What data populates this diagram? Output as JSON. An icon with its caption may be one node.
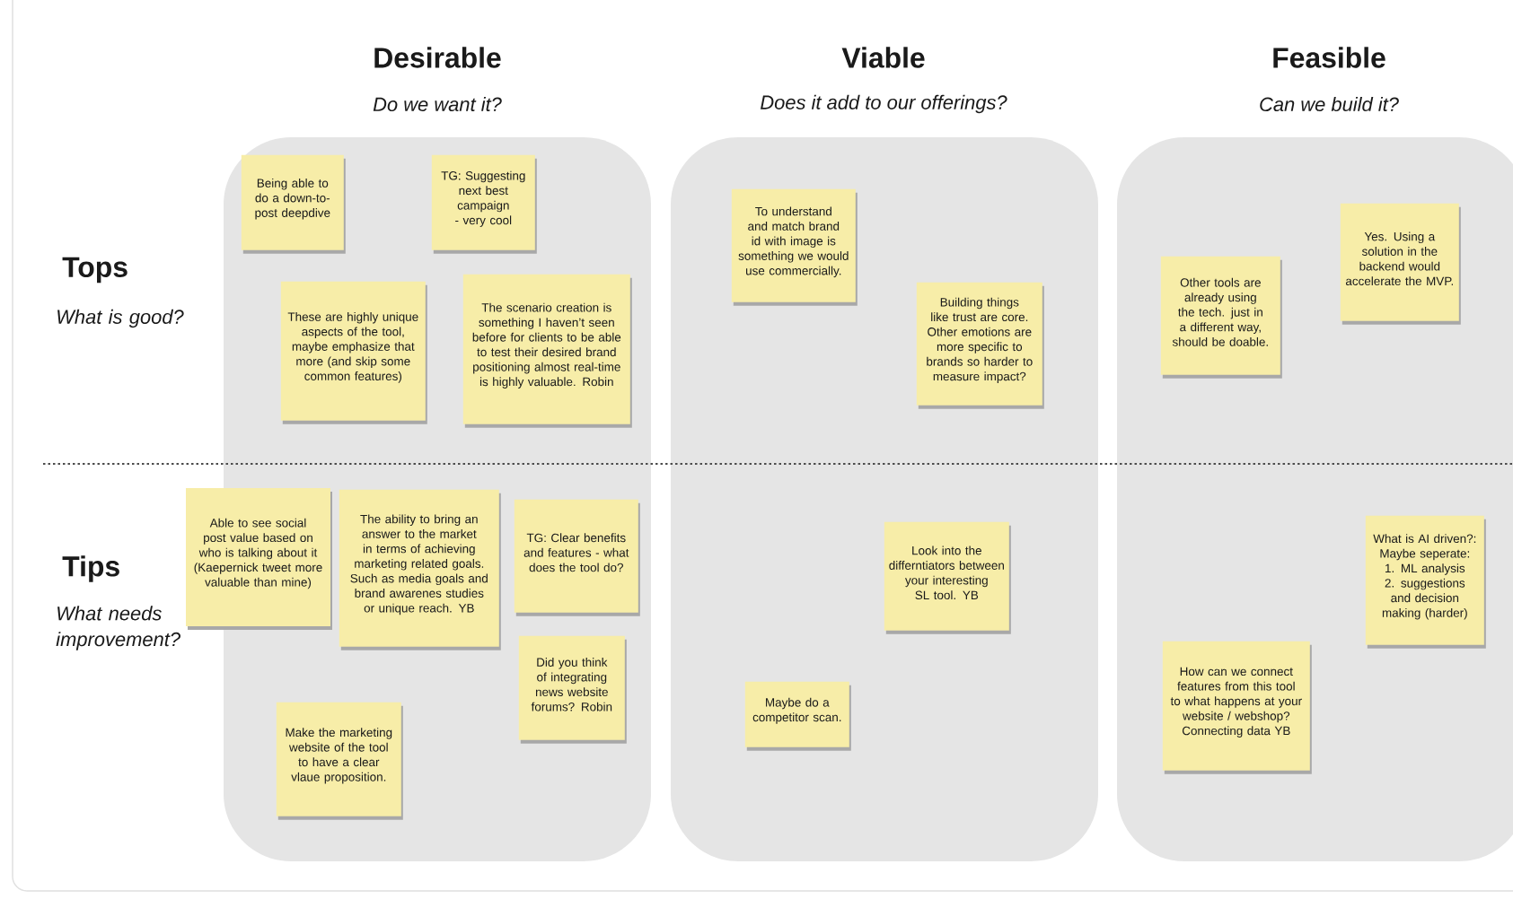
{
  "diagram": {
    "nodes": [
      {
        "text": [
          "Desirable",
          "Do we want it?"
        ]
      },
      {
        "text": [
          "Viable",
          "Does it add to our offerings?"
        ]
      },
      {
        "text": [
          "Feasible",
          "Can we build it?"
        ]
      },
      {
        "text": [
          "Being able to do a down-to-post deepdive"
        ],
        "in": 0
      },
      {
        "text": [
          "TG: Suggesting next best campaign - very cool"
        ],
        "in": 0
      },
      {
        "text": [
          "These are highly unique aspects of the tool, maybe emphasize that more (and skip some common features)"
        ],
        "in": 0
      },
      {
        "text": [
          "The scenario creation is something I haven’t seen before for clients to be able to test their desired brand positioning almost real-time is highly valuable. Robin"
        ],
        "in": 0
      },
      {
        "text": [
          "To understand and match brand id with image is something we would use commercially."
        ],
        "in": 1
      },
      {
        "text": [
          "Building things like trust are core. Other emotions are more specific to brands so harder to measure impact?"
        ],
        "in": 1
      },
      {
        "text": [
          "Other tools are already using the tech. just in a different way, should be doable."
        ],
        "in": 2
      },
      {
        "text": [
          "Yes. Using a solution in the backend would accelerate the MVP."
        ],
        "in": 2
      },
      {
        "text": [
          "Able to see social post value based on who is talking about it (Kaepernick tweet more valuable than mine)"
        ]
      },
      {
        "text": [
          "The ability to bring an answer to the market in terms of achieving marketing related goals. Such as media goals and brand awarenes studies or unique reach. YB"
        ],
        "in": 0
      },
      {
        "text": [
          "TG: Clear benefits and features - what does the tool do?"
        ],
        "in": 0
      },
      {
        "text": [
          "Did you think of integrating news website forums? Robin"
        ],
        "in": 0
      },
      {
        "text": [
          "Make the marketing website of the tool to have a clear vlaue proposition."
        ],
        "in": 0
      },
      {
        "text": [
          "Look into the differntiators between your interesting SL tool. YB"
        ],
        "in": 1
      },
      {
        "text": [
          "Maybe do a competitor scan."
        ],
        "in": 1
      },
      {
        "text": [
          "What is AI driven?: Maybe seperate: 1. ML analysis 2. suggestions and decision making (harder)"
        ],
        "in": 2
      },
      {
        "text": [
          "How can we connect features from this tool to what happens at your website / webshop? Connecting data YB"
        ],
        "in": 2
      }
    ],
    "labels": [
      "Tops",
      "What is good?",
      "Tips",
      "What needs improvement?"
    ]
  }
}
